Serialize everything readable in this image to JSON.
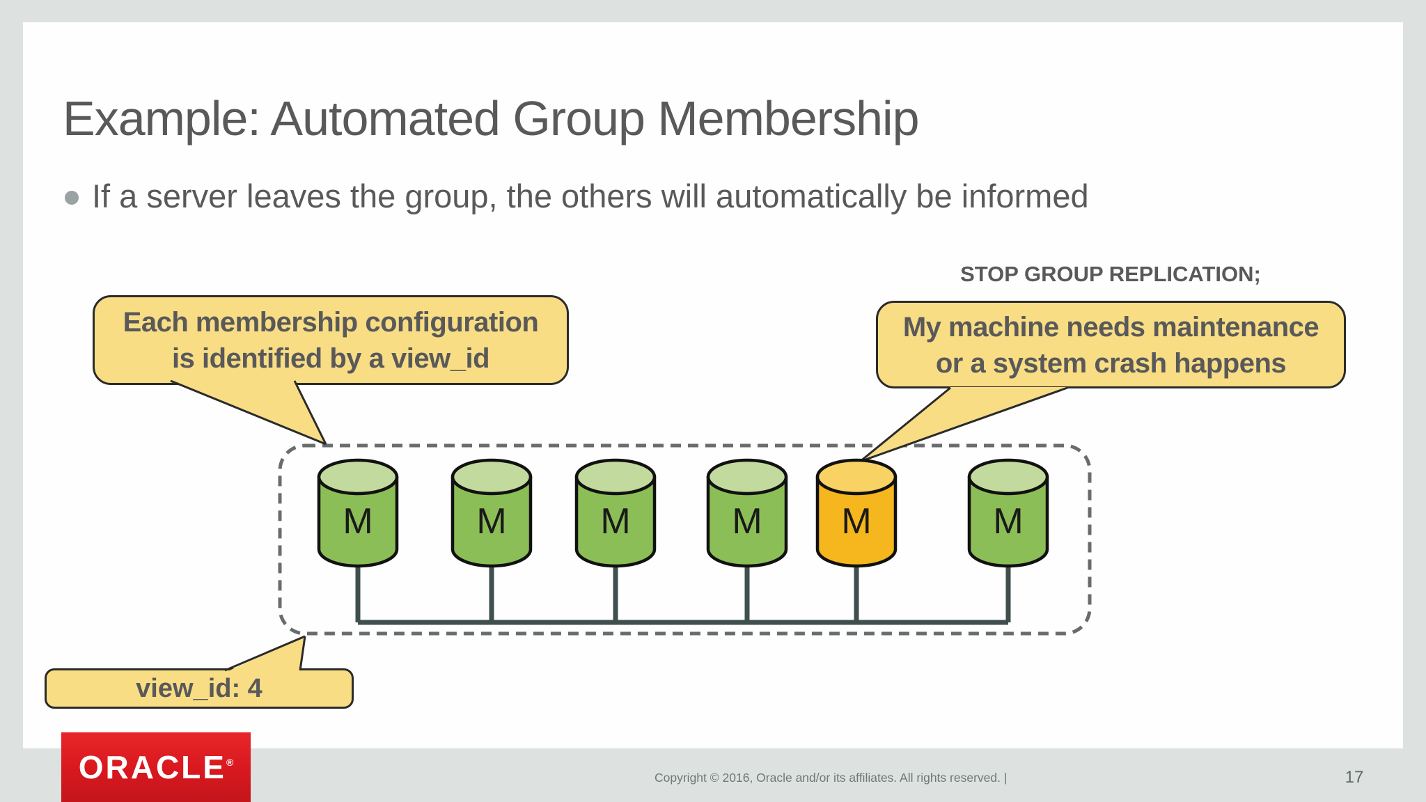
{
  "slide": {
    "title": "Example: Automated Group Membership",
    "bullet": "If a server leaves the group, the others will automatically be informed",
    "command": "STOP GROUP REPLICATION;",
    "callout_left": {
      "line1": "Each membership configuration",
      "line2": "is identified by a view_id"
    },
    "callout_right": {
      "line1": "My machine needs maintenance",
      "line2": "or a system crash happens"
    },
    "callout_view": {
      "label": "view_id: 4"
    },
    "diagram": {
      "nodes": [
        {
          "label": "M",
          "state": "member"
        },
        {
          "label": "M",
          "state": "member"
        },
        {
          "label": "M",
          "state": "member"
        },
        {
          "label": "M",
          "state": "member"
        },
        {
          "label": "M",
          "state": "leaving"
        },
        {
          "label": "M",
          "state": "member"
        }
      ]
    },
    "footer": {
      "logo_text": "ORACLE",
      "logo_mark": "®",
      "copyright": "Copyright © 2016, Oracle and/or its affiliates. All rights reserved.  |",
      "page_number": "17"
    },
    "colors": {
      "background_frame": "#dde2e0",
      "slide_background": "#fdfefd",
      "text_gray": "#595959",
      "callout_yellow": "#f8dd85",
      "callout_border": "#2b2b2b",
      "node_green": "#8cbe57",
      "node_green_top": "#c3da9e",
      "node_orange": "#f6b61d",
      "node_orange_top": "#f9d264",
      "node_outline": "#111111",
      "wire": "#3f4f4e",
      "dashed_border": "#686c6c",
      "oracle_red": "#e21f26"
    }
  }
}
